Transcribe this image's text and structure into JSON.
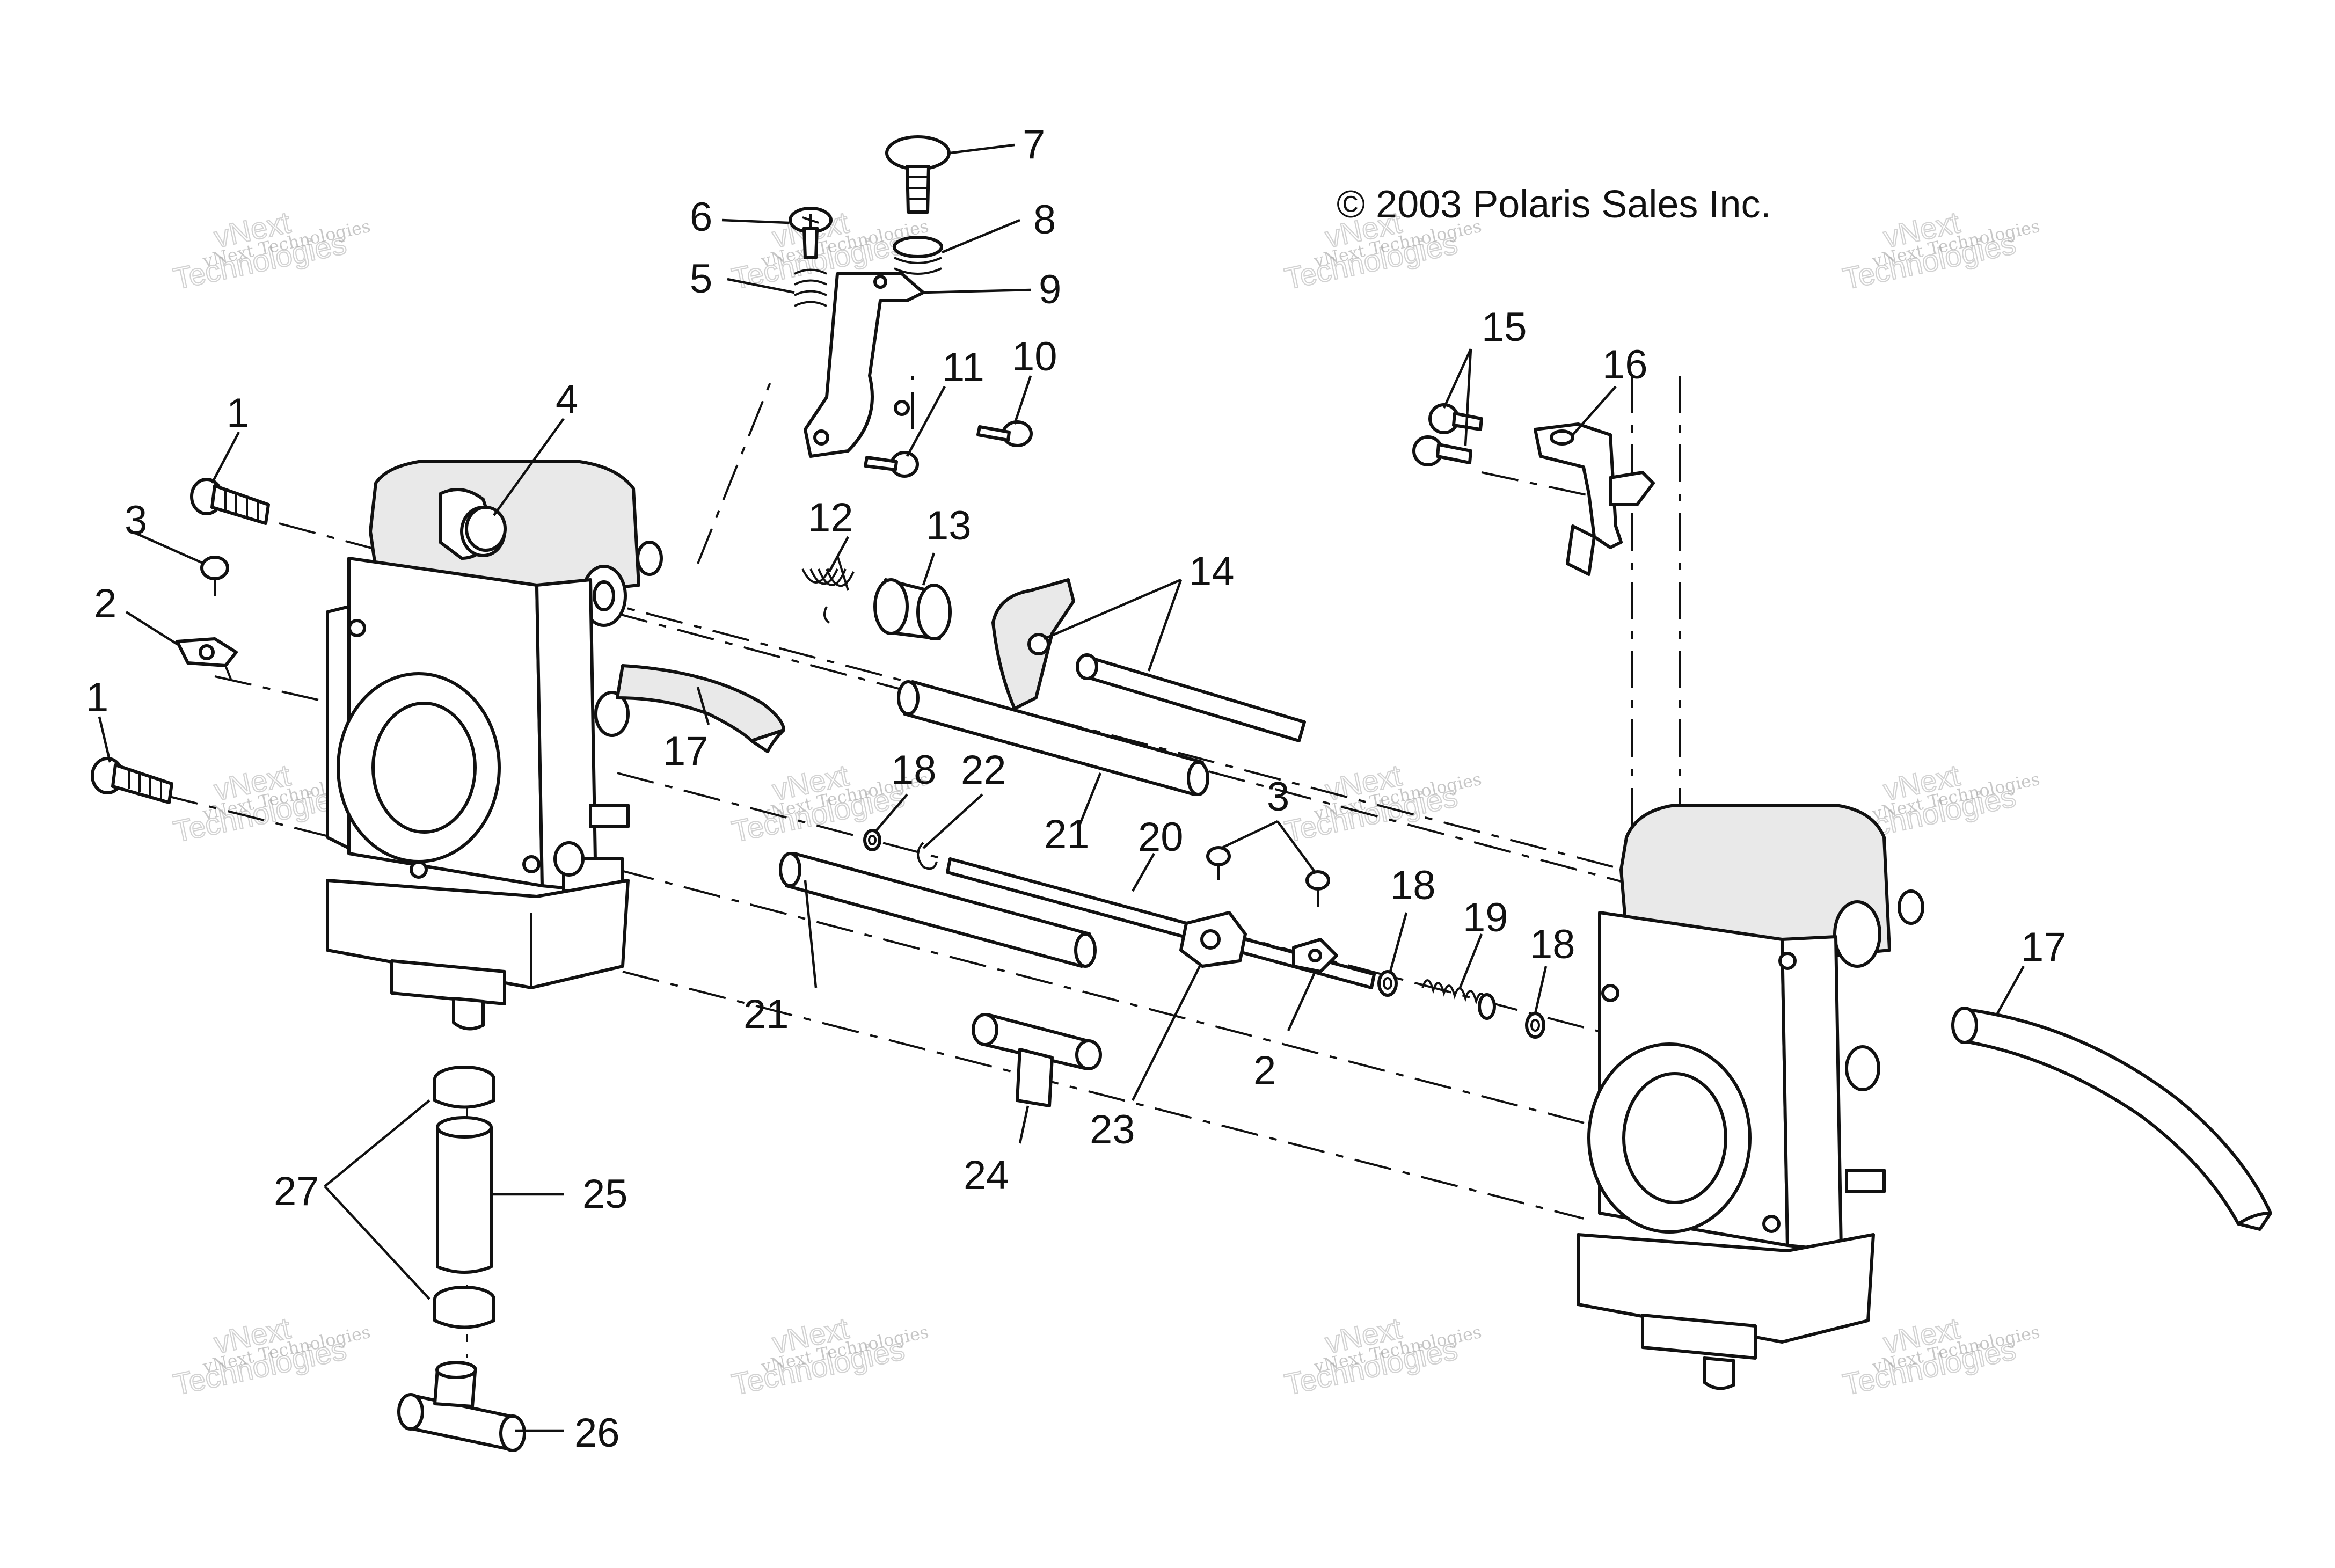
{
  "copyright": "© 2003 Polaris Sales Inc.",
  "watermark": {
    "small": "vNext Technologies",
    "large": "Technologies",
    "tag": "vNext"
  },
  "callouts": {
    "c1a": "1",
    "c1b": "1",
    "c2a": "2",
    "c2b": "2",
    "c3a": "3",
    "c3b": "3",
    "c4": "4",
    "c5": "5",
    "c6": "6",
    "c7": "7",
    "c8": "8",
    "c9": "9",
    "c10": "10",
    "c11": "11",
    "c12": "12",
    "c13": "13",
    "c14": "14",
    "c15": "15",
    "c16": "16",
    "c17a": "17",
    "c17b": "17",
    "c18a": "18",
    "c18b": "18",
    "c18c": "18",
    "c19": "19",
    "c20": "20",
    "c21a": "21",
    "c21b": "21",
    "c22": "22",
    "c23": "23",
    "c24": "24",
    "c25": "25",
    "c26": "26",
    "c27": "27"
  }
}
